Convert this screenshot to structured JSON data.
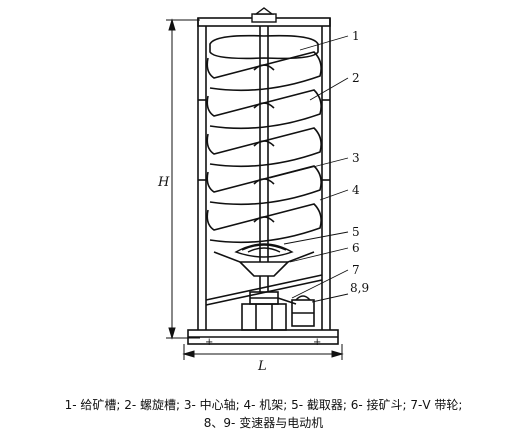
{
  "labels": {
    "n1": "1",
    "n2": "2",
    "n3": "3",
    "n4": "4",
    "n5": "5",
    "n6": "6",
    "n7": "7",
    "n89": "8,9",
    "H": "H",
    "L": "L"
  },
  "caption": {
    "line1": "1- 给矿槽;  2- 螺旋槽;  3- 中心轴;  4- 机架;  5- 截取器;  6- 接矿斗;  7-V 带轮;",
    "line2": "8、9- 变速器与电动机"
  }
}
